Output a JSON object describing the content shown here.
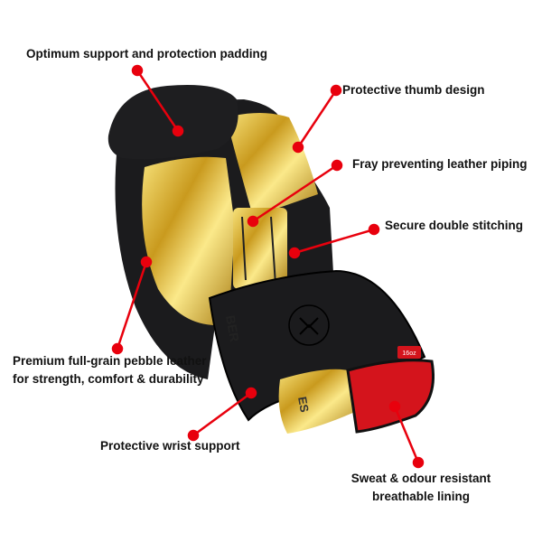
{
  "callouts": {
    "padding": "Optimum support and protection padding",
    "thumb": "Protective thumb design",
    "piping": "Fray preventing leather piping",
    "stitching": "Secure double stitching",
    "leather_line1": "Premium full-grain pebble leather",
    "leather_line2": "for strength, comfort & durability",
    "wrist": "Protective wrist support",
    "lining_line1": "Sweat & odour resistant",
    "lining_line2": "breathable lining"
  },
  "glove": {
    "print_text": "BER",
    "cuff_text": "ES",
    "size_tag": "16oz"
  },
  "colors": {
    "callout": "#e8000d",
    "leather_black": "#1b1b1d",
    "gold": "#c9a227",
    "lining_red": "#d4141c"
  }
}
